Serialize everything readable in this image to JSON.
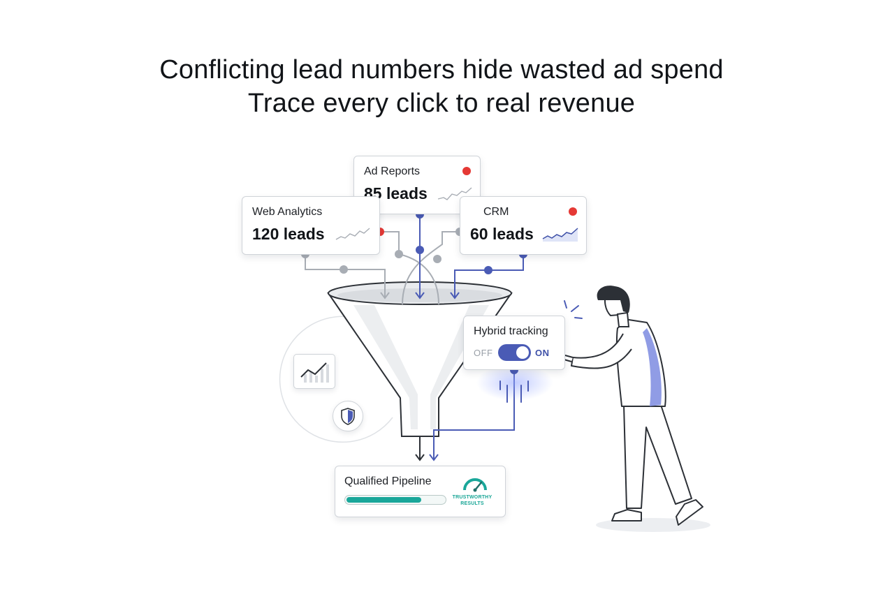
{
  "headline": {
    "line1": "Conflicting lead numbers hide wasted ad spend",
    "line2": "Trace every click to real revenue"
  },
  "sources": [
    {
      "title": "Ad Reports",
      "value": "85 leads",
      "status_color": "#e53935"
    },
    {
      "title": "Web Analytics",
      "value": "120 leads",
      "status_color": "#e53935"
    },
    {
      "title": "CRM",
      "value": "60 leads",
      "status_color": "#e53935"
    }
  ],
  "toggle": {
    "title": "Hybrid tracking",
    "off_label": "OFF",
    "on_label": "ON",
    "state": "on"
  },
  "pipeline": {
    "title": "Qualified Pipeline",
    "progress_percent": 77,
    "badge_line1": "TRUSTWORTHY",
    "badge_line2": "RESULTS"
  },
  "icons": {
    "chart": "line-chart-icon",
    "shield": "shield-icon",
    "gauge": "gauge-icon",
    "funnel": "funnel-icon",
    "person": "person-pointing-illustration"
  },
  "colors": {
    "accent": "#4a5bb5",
    "grey_flow": "#a8adb4",
    "alert": "#e53935",
    "success": "#1aa79a"
  }
}
